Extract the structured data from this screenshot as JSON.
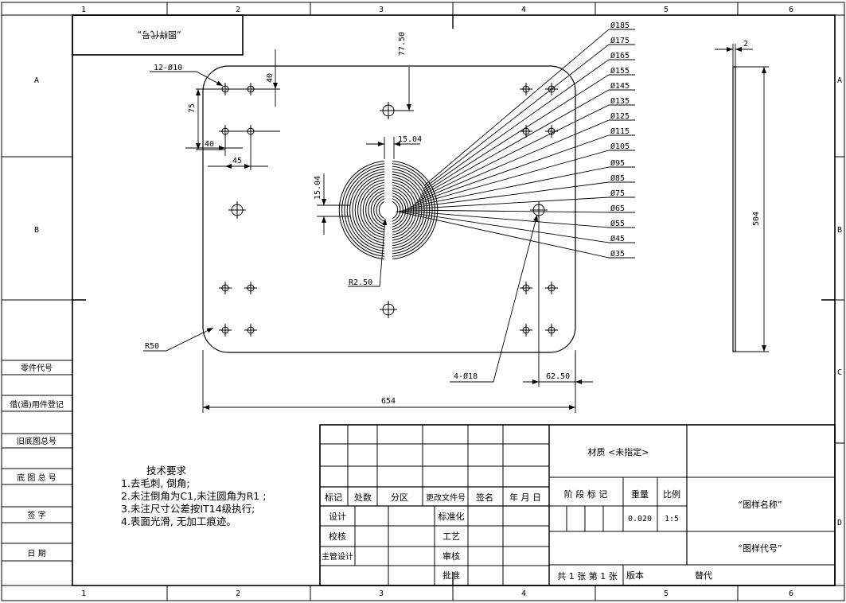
{
  "frame": {
    "col_labels": [
      "1",
      "2",
      "3",
      "4",
      "5",
      "6"
    ],
    "row_labels": [
      "A",
      "B",
      "C",
      "D"
    ]
  },
  "top_left_box": "„图样代号„",
  "side_labels": [
    "零件代号",
    "借(通)用件登记",
    "旧底图总号",
    "底 图 总 号",
    "签   字",
    "日   期"
  ],
  "dimensions": {
    "holes_12": "12-Ø10",
    "d40_v": "40",
    "d75": "75",
    "d40_h": "40",
    "d45": "45",
    "d77_50": "77.50",
    "d15_04_h": "15.04",
    "d15_04_v": "15.04",
    "r2_50": "R2.50",
    "r50": "R50",
    "d654": "654",
    "holes_4": "4-Ø18",
    "d62_50": "62.50",
    "d2": "2",
    "d504": "504"
  },
  "diameters": [
    "Ø185",
    "Ø175",
    "Ø165",
    "Ø155",
    "Ø145",
    "Ø135",
    "Ø125",
    "Ø115",
    "Ø105",
    "Ø95",
    "Ø85",
    "Ø75",
    "Ø65",
    "Ø55",
    "Ø45",
    "Ø35"
  ],
  "tech_requirements": {
    "title": "技术要求",
    "items": [
      "1.去毛刺, 倒角;",
      "2.未注倒角为C1,未注圆角为R1 ;",
      "3.未注尺寸公差按IT14级执行;",
      "4.表面光滑, 无加工痕迹。"
    ]
  },
  "title_block": {
    "rev_headers": [
      "标记",
      "处数",
      "分区",
      "更改文件号",
      "签名",
      "年 月 日"
    ],
    "roles_left": [
      "设计",
      "校核",
      "主管设计"
    ],
    "roles_right": [
      "标准化",
      "工艺",
      "审核",
      "批准"
    ],
    "material": "材质 <未指定>",
    "stage_mark": "阶 段 标 记",
    "weight_label": "重量",
    "scale_label": "比例",
    "weight": "0.020",
    "scale": "1:5",
    "sheets": "共 1 张   第 1 张",
    "version": "版本",
    "replace": "替代",
    "drawing_name": "“图样名称”",
    "drawing_code": "“图样代号”"
  }
}
